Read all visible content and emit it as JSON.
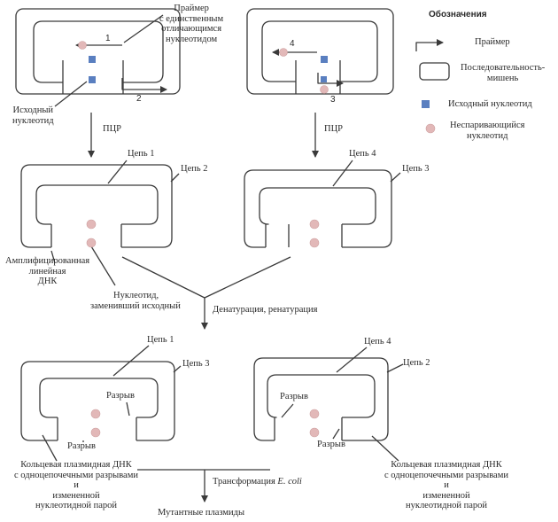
{
  "colors": {
    "line": "#3a3a3a",
    "original_nucleotide": "#5a7fc0",
    "unpaired_nucleotide": "#e2b8b8"
  },
  "legend": {
    "title": "Обозначения",
    "primer": "Праймер",
    "target_line1": "Последовательность-",
    "target_line2": "мишень",
    "original_nucleotide": "Исходный нуклеотид",
    "unpaired_line1": "Неспаривающийся",
    "unpaired_line2": "нуклеотид"
  },
  "top": {
    "primer_note_line1": "Праймер",
    "primer_note_line2": "с единственным",
    "primer_note_line3": "отличающимся",
    "primer_note_line4": "нуклеотидом",
    "primer1": "1",
    "primer2": "2",
    "primer3": "3",
    "primer4": "4",
    "original_label_line1": "Исходный",
    "original_label_line2": "нуклеотид",
    "pcr_left": "ПЦР",
    "pcr_right": "ПЦР"
  },
  "middle": {
    "left_strand_inner": "Цепь 1",
    "left_strand_outer": "Цепь 2",
    "right_strand_inner": "Цепь 4",
    "right_strand_outer": "Цепь 3",
    "amplified_line1": "Амплифицированная",
    "amplified_line2": "линейная",
    "amplified_line3": "ДНК",
    "replaced_line1": "Нуклеотид,",
    "replaced_line2": "заменивший исходный",
    "denaturation": "Денатурация, ренатурация"
  },
  "bottom": {
    "left_strand_inner": "Цепь 1",
    "left_strand_outer": "Цепь 3",
    "right_strand_inner": "Цепь 4",
    "right_strand_outer": "Цепь 2",
    "break": "Разрыв",
    "left_caption_line1": "Кольцевая плазмидная ДНК",
    "left_caption_line2": "с одноцепочечными разрывами",
    "left_caption_line3": "и",
    "left_caption_line4": "измененной",
    "left_caption_line5": "нуклеотидной парой",
    "right_caption_line1": "Кольцевая плазмидная ДНК",
    "right_caption_line2": "с одноцепочечными разрывами",
    "right_caption_line3": "и",
    "right_caption_line4": "измененной",
    "right_caption_line5": "нуклеотидной парой",
    "transformation_prefix": "Трансформация ",
    "transformation_organism": "E. coli",
    "mutant_plasmids": "Мутантные плазмиды"
  }
}
